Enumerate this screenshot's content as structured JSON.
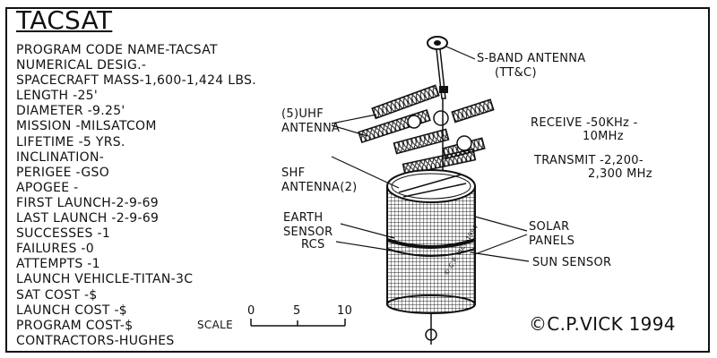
{
  "title": "TACSAT",
  "specs": [
    "PROGRAM CODE NAME-TACSAT",
    "NUMERICAL DESIG.-",
    "SPACECRAFT MASS-1,600-1,424 LBS.",
    "LENGTH        -25'",
    "DIAMETER    -9.25'",
    "MISSION      -MILSATCOM",
    "LIFETIME     -5 YRS.",
    "INCLINATION-",
    "PERIGEE       -GSO",
    "APOGEE        -",
    "FIRST LAUNCH-2-9-69",
    "LAST LAUNCH -2-9-69",
    "SUCCESSES    -1",
    "FAILURES       -0",
    "ATTEMPTS      -1",
    "LAUNCH VEHICLE-TITAN-3C",
    "SAT COST         -$",
    "LAUNCH COST  -$",
    "PROGRAM COST-$",
    "CONTRACTORS-HUGHES"
  ],
  "labels": {
    "s_band_1": "S-BAND ANTENNA",
    "s_band_2": "(TT&C)",
    "uhf_1": "(5)UHF",
    "uhf_2": "ANTENNA",
    "shf_1": "SHF",
    "shf_2": "ANTENNA(2)",
    "earth_1": "EARTH",
    "earth_2": "SENSOR",
    "rcs": "RCS",
    "solar_1": "SOLAR",
    "solar_2": "PANELS",
    "sun_sensor": "SUN SENSOR",
    "receive_1": "RECEIVE -50KHz -",
    "receive_2": "10MHz",
    "transmit_1": "TRANSMIT -2,200-",
    "transmit_2": "2,300 MHz",
    "scale": "SCALE",
    "scale_0": "0",
    "scale_5": "5",
    "scale_10": "10",
    "copyright": "©C.P.VICK 1994",
    "artist_small": "© C.P. VICK 1994"
  }
}
